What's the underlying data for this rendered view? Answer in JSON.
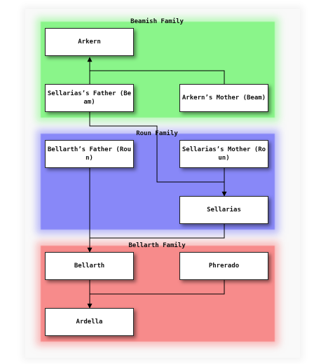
{
  "clusters": {
    "beamish": "Beamish Family",
    "roun": "Roun Family",
    "bellarth": "Bellarth Family"
  },
  "nodes": {
    "arkern": "Arkern",
    "sellarias_father": "Sellarias’s Father (Beam)",
    "arkern_mother": "Arkern’s Mother (Beam)",
    "bellarth_father": "Bellarth’s Father (Roun)",
    "sellarias_mother": "Sellarias’s Mother (Roun)",
    "sellarias": "Sellarias",
    "bellarth": "Bellarth",
    "phrerado": "Phrerado",
    "ardella": "Ardella"
  },
  "colors": {
    "beamish": "#8af58a",
    "roun": "#8888f8",
    "bellarth": "#f78b8b"
  }
}
